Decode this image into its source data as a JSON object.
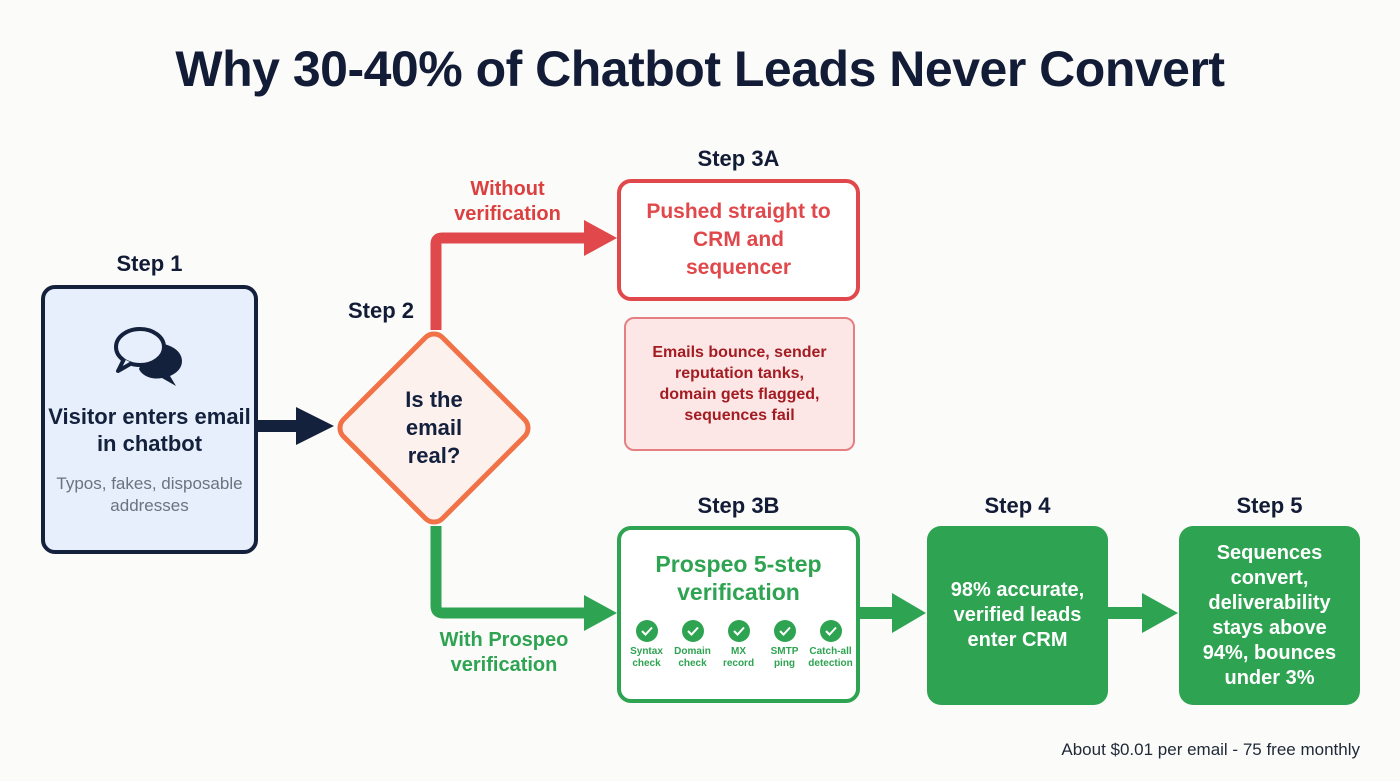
{
  "title": "Why 30-40% of Chatbot Leads Never Convert",
  "colors": {
    "navy": "#14213d",
    "orange": "#f07246",
    "red": "#e0484b",
    "dark_red": "#a31c22",
    "green": "#2ea351",
    "light_blue": "#e6effb",
    "light_red": "#fde6e6"
  },
  "step1": {
    "label": "Step 1",
    "icon": "chat-bubbles-icon",
    "text": "Visitor enters email in chatbot",
    "subtext": "Typos, fakes, disposable addresses"
  },
  "step2": {
    "label": "Step 2",
    "question": "Is the email real?"
  },
  "branches": {
    "without": "Without verification",
    "with": "With Prospeo verification"
  },
  "step3a": {
    "label": "Step 3A",
    "text": "Pushed straight to CRM and sequencer",
    "consequence": "Emails bounce, sender reputation tanks, domain gets flagged, sequences fail"
  },
  "step3b": {
    "label": "Step 3B",
    "text": "Prospeo 5-step verification",
    "checks": [
      {
        "line1": "Syntax",
        "line2": "check"
      },
      {
        "line1": "Domain",
        "line2": "check"
      },
      {
        "line1": "MX",
        "line2": "record"
      },
      {
        "line1": "SMTP",
        "line2": "ping"
      },
      {
        "line1": "Catch-all",
        "line2": "detection"
      }
    ]
  },
  "step4": {
    "label": "Step 4",
    "text": "98% accurate, verified leads enter CRM"
  },
  "step5": {
    "label": "Step 5",
    "text": "Sequences convert, deliverability stays above 94%, bounces under 3%"
  },
  "footer": "About $0.01 per email - 75 free monthly"
}
